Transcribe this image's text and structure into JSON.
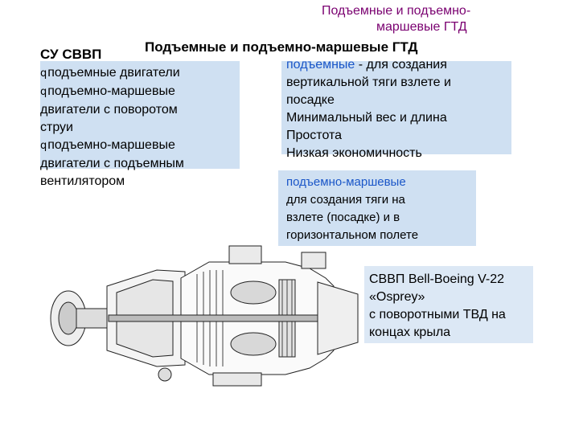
{
  "slide": {
    "header_line1": "Подъемные и подъемно-",
    "header_line2": "маршевые ГТД",
    "main_title": "Подъемные и подъемно-маршевые ГТД",
    "su_label": "СУ СВВП"
  },
  "left_list": {
    "items": [
      "подъемные двигатели",
      "подъемно-маршевые двигатели с поворотом струи",
      "подъемно-маршевые двигатели с подъемным вентилятором"
    ],
    "lines": [
      {
        "bullet": true,
        "text": "подъемные двигатели"
      },
      {
        "bullet": true,
        "text": "подъемно-маршевые"
      },
      {
        "bullet": false,
        "text": "двигатели с поворотом"
      },
      {
        "bullet": false,
        "text": "струи"
      },
      {
        "bullet": true,
        "text": "подъемно-маршевые"
      },
      {
        "bullet": false,
        "text": "двигатели с подъемным"
      },
      {
        "bullet": false,
        "text": "вентилятором"
      }
    ],
    "bullet_glyph": "q"
  },
  "box_lift": {
    "highlight": "подъемные",
    "text_first": " - для создания",
    "lines": [
      "вертикальной тяги взлете и",
      "посадке",
      "Минимальный вес и длина",
      "Простота",
      "Низкая экономичность"
    ]
  },
  "box_cruise": {
    "highlight": "подъемно-маршевые",
    "lines": [
      "для создания тяги на",
      "взлете (посадке) и в",
      "горизонтальном полете"
    ]
  },
  "box_aircraft": {
    "lines": [
      "СВВП Bell-Boeing V-22",
      "«Osprey»",
      "с поворотными ТВД на",
      "концах крыла"
    ]
  },
  "colors": {
    "box_fill": "#cfe0f2",
    "header_color": "#7a0070",
    "highlight_color": "#1a56c8"
  },
  "icons": {
    "engine_drawing": "turboshaft-engine-cross-section"
  }
}
